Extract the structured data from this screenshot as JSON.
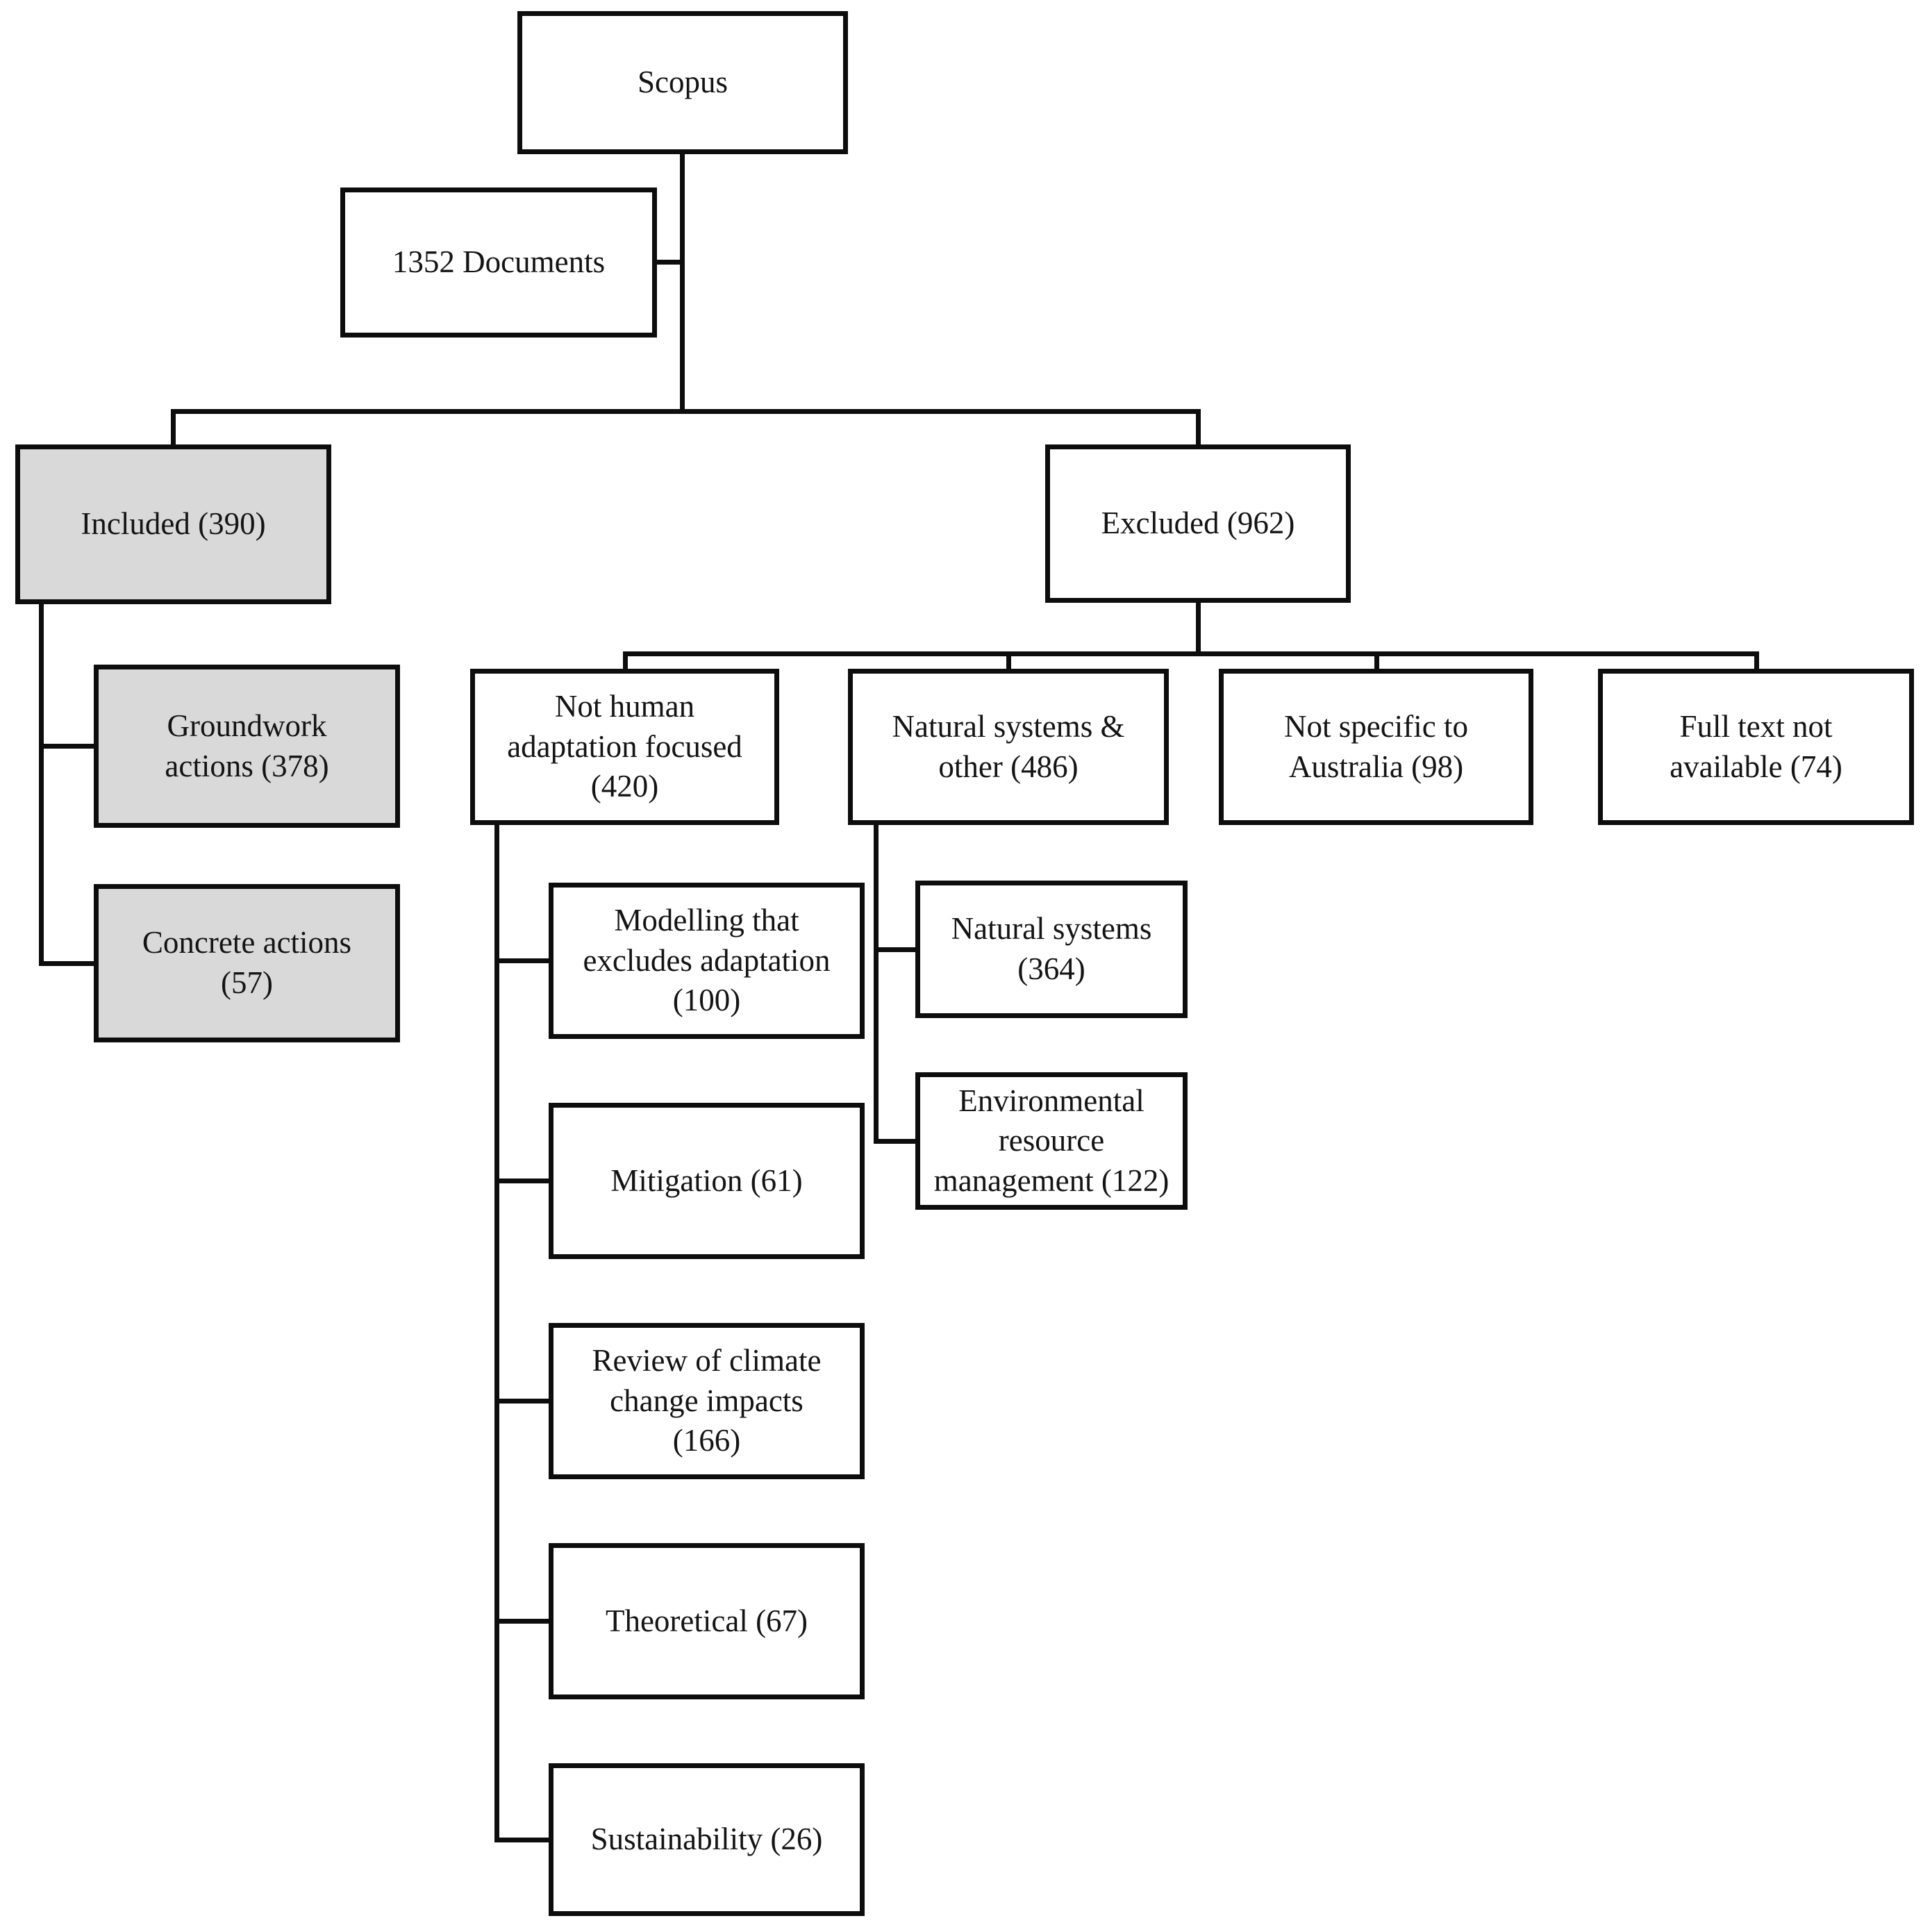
{
  "colors": {
    "highlight_fill": "#d9d9d9",
    "default_fill": "#ffffff",
    "line": "#0d0d0d",
    "text": "#141414"
  },
  "flowchart": {
    "scopus": {
      "lines": [
        "Scopus"
      ]
    },
    "documents": {
      "lines": [
        "1352 Documents"
      ],
      "count": 1352
    },
    "included": {
      "lines": [
        "Included (390)"
      ],
      "count": 390
    },
    "excluded": {
      "lines": [
        "Excluded (962)"
      ],
      "count": 962
    },
    "groundwork": {
      "lines": [
        "Groundwork",
        "actions (378)"
      ],
      "count": 378
    },
    "concrete": {
      "lines": [
        "Concrete actions",
        "(57)"
      ],
      "count": 57
    },
    "not_human": {
      "lines": [
        "Not human",
        "adaptation focused",
        "(420)"
      ],
      "count": 420
    },
    "natural_other": {
      "lines": [
        "Natural systems &",
        "other (486)"
      ],
      "count": 486
    },
    "not_australia": {
      "lines": [
        "Not specific to",
        "Australia (98)"
      ],
      "count": 98
    },
    "full_text": {
      "lines": [
        "Full text not",
        "available (74)"
      ],
      "count": 74
    },
    "modelling": {
      "lines": [
        "Modelling that",
        "excludes adaptation",
        "(100)"
      ],
      "count": 100
    },
    "mitigation": {
      "lines": [
        "Mitigation (61)"
      ],
      "count": 61
    },
    "review": {
      "lines": [
        "Review of climate",
        "change impacts",
        "(166)"
      ],
      "count": 166
    },
    "theoretical": {
      "lines": [
        "Theoretical (67)"
      ],
      "count": 67
    },
    "sustainability": {
      "lines": [
        "Sustainability (26)"
      ],
      "count": 26
    },
    "natural_systems": {
      "lines": [
        "Natural systems",
        "(364)"
      ],
      "count": 364
    },
    "environmental": {
      "lines": [
        "Environmental",
        "resource",
        "management (122)"
      ],
      "count": 122
    }
  }
}
